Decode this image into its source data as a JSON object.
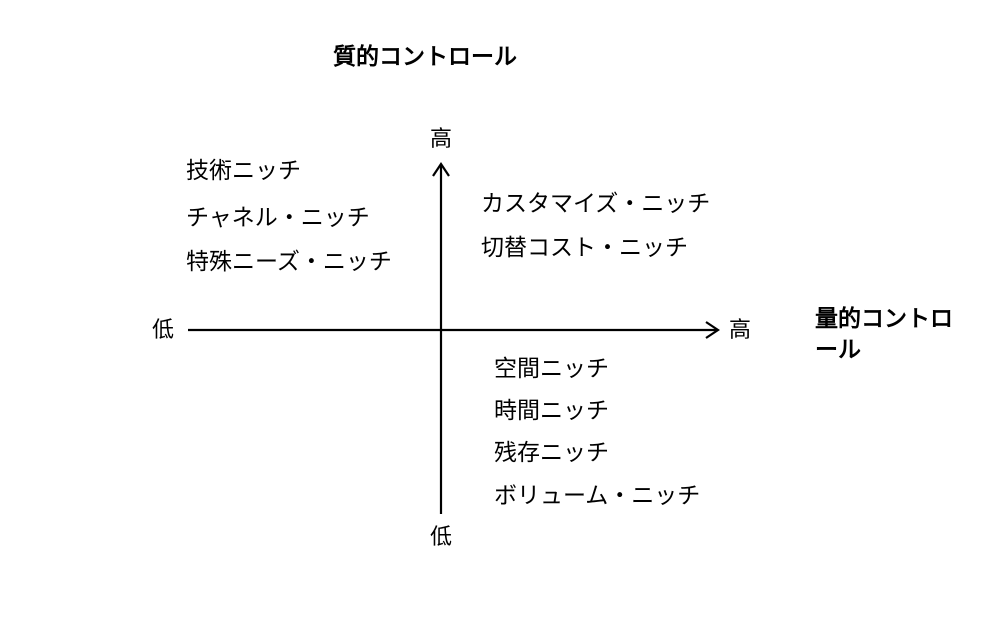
{
  "vertical_axis": {
    "title": "質的コントロール",
    "high_label": "高",
    "low_label": "低"
  },
  "horizontal_axis": {
    "title_line1": "量的コントロ",
    "title_line2": "ール",
    "high_label": "高",
    "low_label": "低"
  },
  "quadrants": {
    "top_left": [
      "技術ニッチ",
      "チャネル・ニッチ",
      "特殊ニーズ・ニッチ"
    ],
    "top_right": [
      "カスタマイズ・ニッチ",
      "切替コスト・ニッチ"
    ],
    "bottom_right": [
      "空間ニッチ",
      "時間ニッチ",
      "残存ニッチ",
      "ボリューム・ニッチ"
    ]
  },
  "colors": {
    "line": "#000000",
    "background": "#ffffff"
  }
}
